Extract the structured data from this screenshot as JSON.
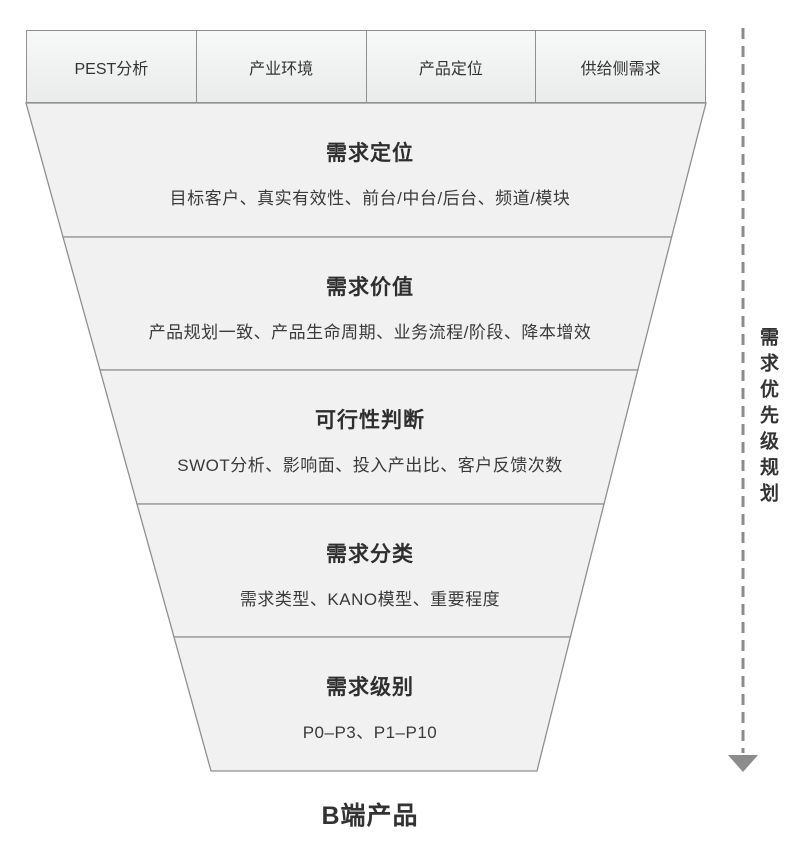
{
  "stage_row": {
    "items": [
      {
        "label": "PEST分析"
      },
      {
        "label": "产业环境"
      },
      {
        "label": "产品定位"
      },
      {
        "label": "供给侧需求"
      }
    ]
  },
  "funnel": {
    "levels": [
      {
        "title": "需求定位",
        "detail": "目标客户、真实有效性、前台/中台/后台、频道/模块"
      },
      {
        "title": "需求价值",
        "detail": "产品规划一致、产品生命周期、业务流程/阶段、降本增效"
      },
      {
        "title": "可行性判断",
        "detail": "SWOT分析、影响面、投入产出比、客户反馈次数"
      },
      {
        "title": "需求分类",
        "detail": "需求类型、KANO模型、重要程度"
      },
      {
        "title": "需求级别",
        "detail": "P0–P3、P1–P10"
      }
    ]
  },
  "footer_label": "B端产品",
  "side_arrow": {
    "label": "需求优先级规划"
  },
  "colors": {
    "funnel_fill": "#f1f1f2",
    "shape_stroke": "#8f8f8f",
    "arrow": "#8c8c8c",
    "text": "#333333",
    "background": "#ffffff"
  }
}
